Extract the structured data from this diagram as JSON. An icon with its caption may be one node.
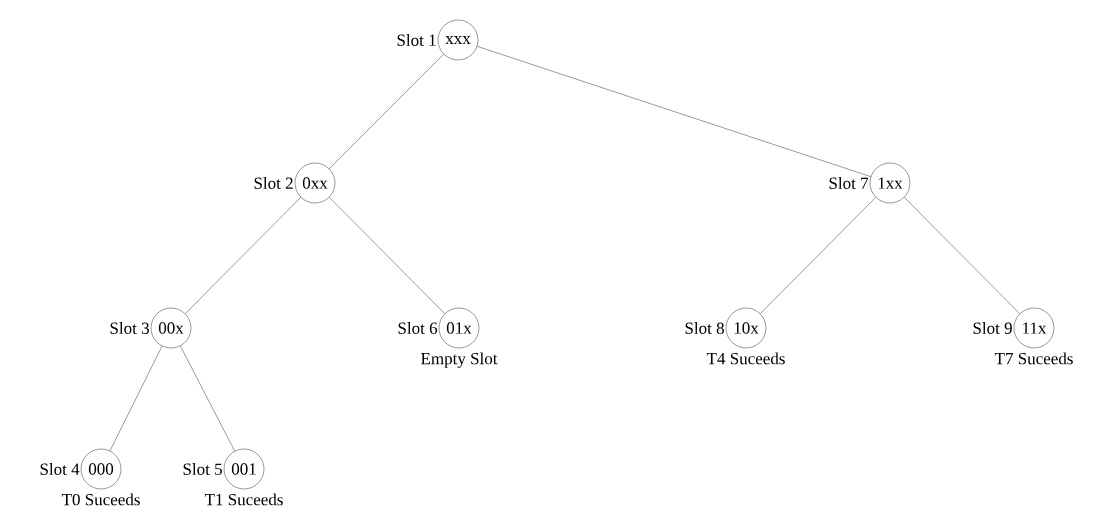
{
  "diagram": {
    "nodes": [
      {
        "text": [
          "xxx"
        ],
        "beside": [
          "Slot 1"
        ]
      },
      {
        "text": [
          "0xx"
        ],
        "beside": [
          "Slot 2"
        ]
      },
      {
        "text": [
          "00x"
        ],
        "beside": [
          "Slot 3"
        ]
      },
      {
        "text": [
          "000"
        ],
        "beside": [
          "Slot 4",
          "T0 Suceeds"
        ]
      },
      {
        "text": [
          "001"
        ],
        "beside": [
          "Slot 5",
          "T1 Suceeds"
        ]
      },
      {
        "text": [
          "01x"
        ],
        "beside": [
          "Slot 6",
          "Empty Slot"
        ]
      },
      {
        "text": [
          "1xx"
        ],
        "beside": [
          "Slot 7"
        ]
      },
      {
        "text": [
          "10x"
        ],
        "beside": [
          "Slot 8",
          "T4 Suceeds"
        ]
      },
      {
        "text": [
          "11x"
        ],
        "beside": [
          "Slot 9",
          "T7 Suceeds"
        ]
      }
    ],
    "edges": [
      {
        "from": 0,
        "to": 1,
        "arrow": "none"
      },
      {
        "from": 1,
        "to": 2,
        "arrow": "none"
      },
      {
        "from": 2,
        "to": 3,
        "arrow": "none"
      },
      {
        "from": 2,
        "to": 4,
        "arrow": "none"
      },
      {
        "from": 1,
        "to": 5,
        "arrow": "none"
      },
      {
        "from": 0,
        "to": 6,
        "arrow": "none"
      },
      {
        "from": 6,
        "to": 7,
        "arrow": "none"
      },
      {
        "from": 6,
        "to": 8,
        "arrow": "none"
      }
    ]
  }
}
